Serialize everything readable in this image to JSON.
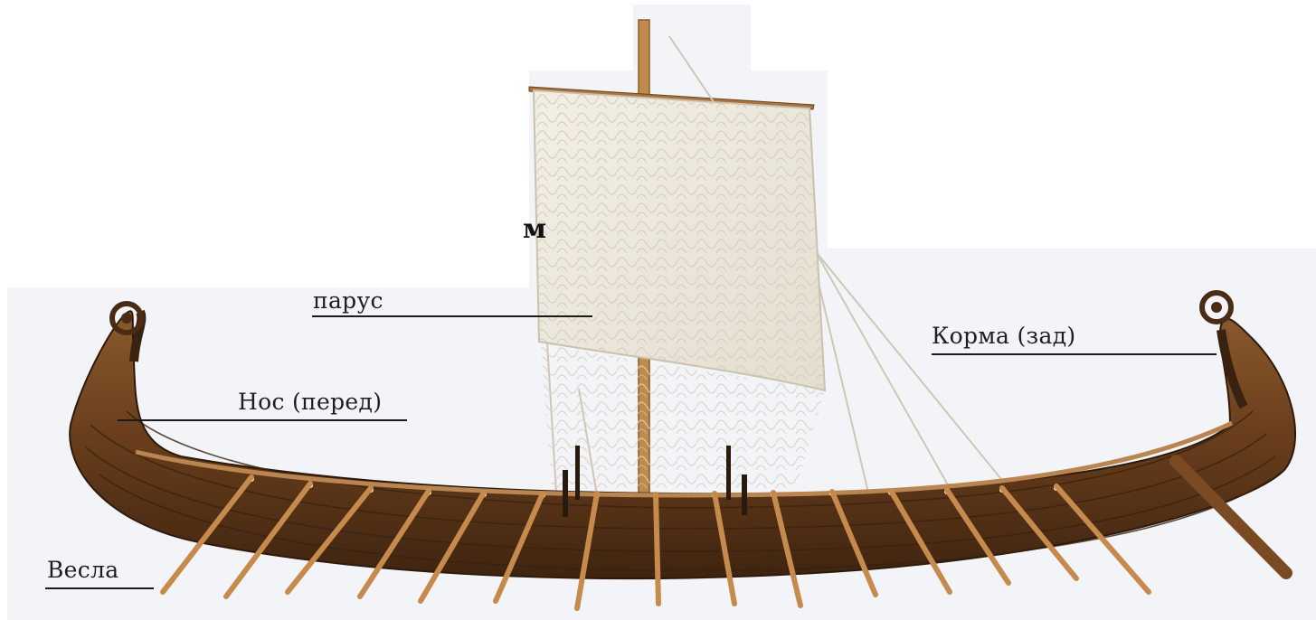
{
  "diagram": {
    "labels": {
      "sail": "парус",
      "bow": "Нос (перед)",
      "stern": "Корма (зад)",
      "oars": "Весла"
    },
    "partial_text_fragment": "м"
  },
  "colors": {
    "background": "#ffffff",
    "backdrop_panel": "#f4f5f9",
    "hull_dark": "#4a2c14",
    "hull_mid": "#7a4a24",
    "hull_light": "#a06a38",
    "oar": "#c68a4c",
    "sail": "#eeeae0",
    "rope": "#d9d2c2",
    "leader_line": "#1a1a1a"
  }
}
